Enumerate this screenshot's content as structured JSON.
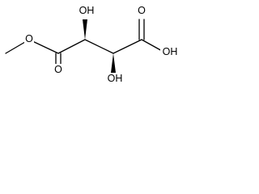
{
  "molecule": {
    "atoms": {
      "o_ester": "O",
      "o_carbonyl_left": "O",
      "oh_top": "OH",
      "oh_bottom": "OH",
      "o_carbonyl_right": "O",
      "oh_acid": "OH"
    }
  }
}
